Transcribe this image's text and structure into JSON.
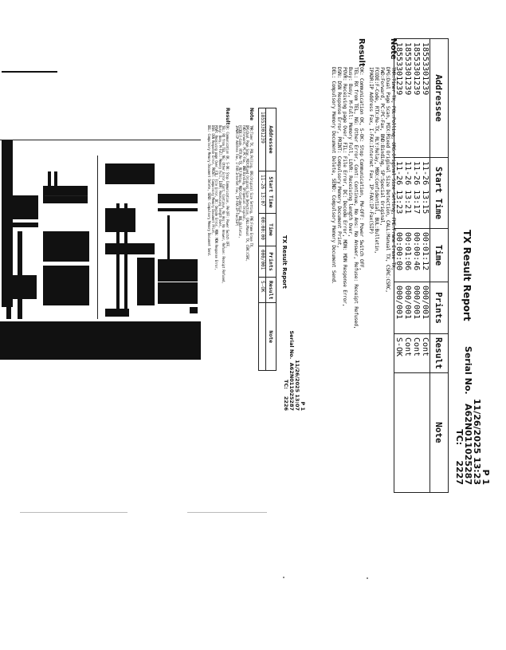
{
  "main_report": {
    "title": "TX Result Report",
    "page": "P   1",
    "datetime": "11/26/2025 13:23",
    "serial_label": "Serial No.",
    "serial": "A62N011025287",
    "tc_label": "TC:",
    "tc": "2227",
    "columns": [
      "Addressee",
      "Start Time",
      "Time",
      "Prints",
      "Result",
      "Note"
    ],
    "rows": [
      {
        "addressee": "18553301239",
        "start": "11-26  13:15",
        "time": "00:01:12",
        "prints": "000/001",
        "result": "Cont",
        "note": ""
      },
      {
        "addressee": "18553301239",
        "start": "11-26  13:17",
        "time": "00:00:46",
        "prints": "000/001",
        "result": "Cont",
        "note": ""
      },
      {
        "addressee": "18553301239",
        "start": "11-26  13:21",
        "time": "00:01:06",
        "prints": "000/001",
        "result": "Cont",
        "note": ""
      },
      {
        "addressee": "18553301239",
        "start": "11-26  13:23",
        "time": "00:00:00",
        "prints": "000/001",
        "result": "S-OK",
        "note": ""
      }
    ],
    "note_label": "Note",
    "note_lines": [
      "TMR:Timer TX, POL:Polling, ORG:Original Size Setting, FME:Frame Erase TX,",
      "DPG:Dual Page Scan, MIX:Mixed Original Size Detection, CALL:Manual TX, CSRC:CSRC,",
      "FWD:Forward, PC:PC-Fax, BND:Binding, SP:Special Original,",
      "FCODE:F-Code, RTX:Re-TX, RLY:Relay, MBX:Confidential, BUL:Bulletin,",
      "IPADR:IP Address Fax, I-FAX:Internet Fax, IP-FAX:IP-Fax(SIP)"
    ],
    "result_label": "Result",
    "result_lines": [
      "OK: Communication OK, S-OK: Stop Communication, PW-OFF: Power Switch OFF,",
      "TEL: RX from TEL, NG: Other Error, Cont: Continue, No Ans: No Answer, Refuse: Receipt Refused,",
      "Busy: Busy, M-Full: Memory Full, LOVR: Receiving length Over,",
      "POVR: Receiving page Over, FIL: File Error, DC: Decode Error, MDN: MDN Response Error,",
      "DSN: DSN Response Error, PRINT: Compulsory Memory Document Print,",
      "DEL: Compulsory Memory Document Delete, SEND: Compulsory Memory Document Send."
    ]
  },
  "embedded_report": {
    "title": "TX Result Report",
    "page": "P   1",
    "datetime": "11/26/2025 13:07",
    "serial_label": "Serial No.",
    "serial": "A62N011025287",
    "tc_label": "TC:",
    "tc": "2226",
    "columns": [
      "Addressee",
      "Start Time",
      "Time",
      "Prints",
      "Result",
      "Note"
    ],
    "rows": [
      {
        "addressee": "18553301239",
        "start": "11-26  13:07",
        "time": "00:00:00",
        "prints": "000/001",
        "result": "S-OK",
        "note": ""
      }
    ],
    "note_label": "Note",
    "note_lines": [
      "TMR:Timer TX, POL:Polling, ORG:Original Size Setting, FME:Frame Erase TX,",
      "DPG:Dual Page Scan, MIX:Mixed Original Size Detection, CALL:Manual TX, CSRC:CSRC,",
      "FWD:Forward, PC:PC-Fax, BND:Binding, SP:Special Original,",
      "FCODE:F-Code, RTX:Re-TX, RLY:Relay, MBX:Confidential, BUL:Bulletin,",
      "IPADR:IP Address Fax, I-FAX:Internet Fax, IP-FAX:IP-Fax(SIP)"
    ],
    "result_label": "Result",
    "result_lines": [
      "OK: Communication OK, S-OK: Stop Communication, PW-OFF: Power Switch OFF,",
      "TEL: RX from TEL, NG: Other Error, Cont: Continue, No Ans: No Answer, Refuse: Receipt Refused,",
      "Busy: Busy, M-Full: Memory Full, LOVR: Receiving length Over,",
      "POVR: Receiving page Over, FIL: File Error, DC: Decode Error, MDN: MDN Response Error,",
      "DSN: DSN Response Error, PRINT: Compulsory Memory Document Print,",
      "DEL: Compulsory Memory Document Delete, SEND: Compulsory Memory Document Send."
    ]
  }
}
